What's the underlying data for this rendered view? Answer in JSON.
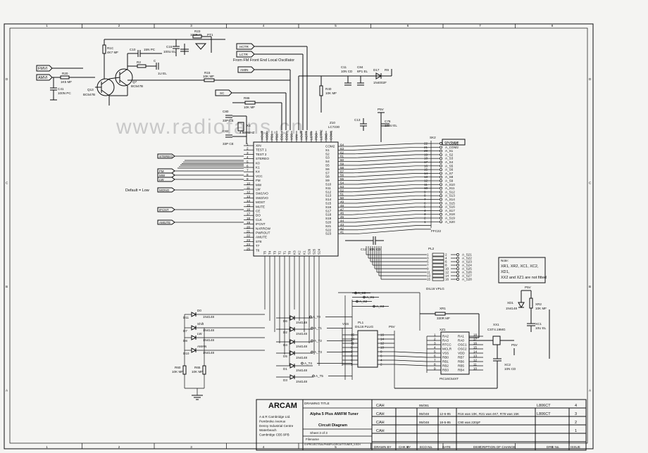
{
  "border": {
    "top_numbers": [
      "1",
      "2",
      "3",
      "4",
      "5",
      "6",
      "7",
      "8"
    ],
    "bottom_numbers": [
      "1",
      "2",
      "3",
      "4",
      "5",
      "6",
      "7",
      "8"
    ],
    "left_letters": [
      "D",
      "C",
      "B",
      "A"
    ],
    "right_letters": [
      "D",
      "C",
      "B",
      "A"
    ]
  },
  "watermark": "www.radiofans.cn",
  "annotations": {
    "from_fm": "From FM Front End Local Oscillator",
    "default_low": "Default = Low",
    "note_title": "Note:",
    "note_lines": [
      "XR1, XR2, XC1, XC2,",
      "XD1,",
      "XX2 and XZ1 are not fitted"
    ]
  },
  "inputs": {
    "left": [
      "FMVI",
      "AMVI"
    ],
    "top": [
      "HCTR",
      "LCTR",
      "AMIN",
      "SC"
    ],
    "side": [
      "STEREO",
      "FM",
      "MW",
      "LW",
      "MONO",
      "IFCNT",
      "AMUTE"
    ]
  },
  "components": {
    "r23": "R23",
    "r23v": "100R FL",
    "pt1": "PT1",
    "ric": "R1C",
    "r1c_v": "4K7 MF",
    "c10": "C10",
    "c10v": "15N PC",
    "c15": "C15",
    "c15v": "100U EL",
    "r2": "R2",
    "c": "C",
    "c1v": "1U EL",
    "r20": "R20",
    "r20v": "1K5 MF",
    "c41": "C41",
    "c41v": "100N PC",
    "q13": "Q13",
    "q13v": "BC547B",
    "q7": "Q7",
    "q7v": "BC547B",
    "r15": "R15",
    "r15v": "10K MF",
    "r86": "R86",
    "r86v": "10K MF",
    "c11": "C11",
    "c11v": "10N CD",
    "c84": "C84",
    "c84v": "6P1 EL",
    "d17": "D17",
    "d17v": "1N4002F",
    "r9": "R9",
    "p5v": "P5V",
    "r40": "R40",
    "r40v": "10K MF",
    "c13": "C13",
    "c76": "C76",
    "c76v": "100U EL",
    "c80": "C80",
    "c80v": "33P CE",
    "c82": "C82",
    "c82v": "33P CE",
    "x1": "X1",
    "x1v": "4.500MHZ",
    "c12": "C12",
    "c12v": "10N CD"
  },
  "ic": {
    "ref": "Z10",
    "part": "LC7230",
    "left_pins": [
      {
        "name": "XIN",
        "num": "1"
      },
      {
        "name": "TEST 1",
        "num": "2"
      },
      {
        "name": "TEST 2",
        "num": "3"
      },
      {
        "name": "STEREO",
        "num": "4"
      },
      {
        "name": "K0",
        "num": "5"
      },
      {
        "name": "K1",
        "num": "6"
      },
      {
        "name": "K4",
        "num": "7"
      },
      {
        "name": "VCC",
        "num": "8"
      },
      {
        "name": "FM",
        "num": "9"
      },
      {
        "name": "MW",
        "num": "10"
      },
      {
        "name": "LW",
        "num": "11"
      },
      {
        "name": "SW1/VO",
        "num": "12"
      },
      {
        "name": "SW2/VO",
        "num": "13"
      },
      {
        "name": "MOST",
        "num": "14"
      },
      {
        "name": "MUTE",
        "num": "15"
      },
      {
        "name": "CE",
        "num": "16"
      },
      {
        "name": "DO",
        "num": "17"
      },
      {
        "name": "CLK",
        "num": "18"
      },
      {
        "name": "IFCNT",
        "num": "19"
      },
      {
        "name": "NARROW",
        "num": "20"
      },
      {
        "name": "PWROUT",
        "num": "21"
      },
      {
        "name": "AMUTE",
        "num": "22"
      },
      {
        "name": "ST8",
        "num": "23"
      },
      {
        "name": "T7",
        "num": "24"
      },
      {
        "name": "T6",
        "num": "25"
      }
    ],
    "right_pins": [
      {
        "name": "COM2",
        "num": "64"
      },
      {
        "name": "S1",
        "num": "63"
      },
      {
        "name": "S2",
        "num": "62"
      },
      {
        "name": "S3",
        "num": "61"
      },
      {
        "name": "S4",
        "num": "60"
      },
      {
        "name": "S5",
        "num": "59"
      },
      {
        "name": "S6",
        "num": "58"
      },
      {
        "name": "S7",
        "num": "57"
      },
      {
        "name": "S8",
        "num": "56"
      },
      {
        "name": "S9",
        "num": "55"
      },
      {
        "name": "S10",
        "num": "54"
      },
      {
        "name": "S11",
        "num": "53"
      },
      {
        "name": "S12",
        "num": "52"
      },
      {
        "name": "S13",
        "num": "51"
      },
      {
        "name": "S14",
        "num": "50"
      },
      {
        "name": "S15",
        "num": "49"
      },
      {
        "name": "S16",
        "num": "48"
      },
      {
        "name": "S17",
        "num": "47"
      },
      {
        "name": "S18",
        "num": "46"
      },
      {
        "name": "S19",
        "num": "45"
      },
      {
        "name": "S20",
        "num": "44"
      },
      {
        "name": "S21",
        "num": "43"
      },
      {
        "name": "S22",
        "num": "42"
      },
      {
        "name": "S23",
        "num": "41"
      }
    ],
    "top_pins": [
      "XOUT",
      "VDD",
      "PD1",
      "PD2",
      "EO1",
      "EO2",
      "VSS",
      "AIN",
      "AOUT",
      "HCTR",
      "LCTR",
      "PDO",
      "LCTR2",
      "SNS",
      "COM1"
    ],
    "bottom_pins": [
      "T5",
      "T4",
      "T3",
      "T2",
      "T1",
      "T0",
      "K3",
      "K2",
      "K1",
      "S26",
      "S25",
      "S24"
    ]
  },
  "connector_sk": {
    "ref": "SK2",
    "header": "ON TUNE",
    "footer": "FFC22",
    "nums": [
      "22",
      "21",
      "20",
      "19",
      "18",
      "17",
      "16",
      "15",
      "14",
      "13",
      "12",
      "11",
      "10",
      "9",
      "8",
      "7",
      "6",
      "5",
      "4",
      "3",
      "2",
      "1"
    ],
    "labels": [
      "A_COM1",
      "A_COM2",
      "A_S1",
      "A_S2",
      "A_S3",
      "A_S4",
      "A_S5",
      "A_S6",
      "A_S7",
      "A_S8",
      "A_S9",
      "A_S10",
      "A_S11",
      "A_S12",
      "A_S13",
      "A_S14",
      "A_S15",
      "A_S16",
      "A_S17",
      "A_S18",
      "A_S19",
      "A_S20"
    ]
  },
  "connector_pl2": {
    "ref": "PL2",
    "footer": "DIL16 VPLG",
    "labels": [
      "A_S21",
      "A_S22",
      "A_S23",
      "A_S24",
      "A_S25",
      "A_S26",
      "A_S27",
      "A_S28"
    ],
    "left_nums": [
      "1",
      "3",
      "5",
      "7",
      "9",
      "11",
      "13",
      "15"
    ],
    "right_nums": [
      "2",
      "4",
      "6",
      "8",
      "10",
      "12",
      "14",
      "16"
    ]
  },
  "bus_labels": [
    "A_K0",
    "A_K1",
    "A_K2",
    "A_K3",
    "A_T0",
    "A_T1",
    "A_T2",
    "A_T3",
    "A_T4",
    "A_T5"
  ],
  "diodes_left": [
    {
      "ref": "D11",
      "val": "1N4148",
      "name": "D0"
    },
    {
      "ref": "D7",
      "val": "1N4148",
      "name": "Shift"
    },
    {
      "ref": "D8",
      "val": "1N4148",
      "name": "LW"
    },
    {
      "ref": "D10",
      "val": "1N4148",
      "name": "AMAN"
    }
  ],
  "left_resistors": [
    {
      "ref": "R60",
      "val": "10K MF"
    },
    {
      "ref": "R65",
      "val": "10K MF"
    }
  ],
  "diodes_mid": [
    {
      "ref": "D6",
      "val": "1N4148"
    },
    {
      "ref": "D2",
      "val": "1N4148"
    },
    {
      "ref": "D4",
      "val": "1N4148"
    },
    {
      "ref": "D5",
      "val": "1N4148"
    },
    {
      "ref": "D1",
      "val": "1N4148"
    },
    {
      "ref": "D3",
      "val": "1N4148"
    }
  ],
  "plug_pl1": {
    "ref": "PL1",
    "part": "DIL16 PLUG",
    "vss": "VSS",
    "p5v": "P5V",
    "left_nums": [
      "15",
      "13",
      "11",
      "9",
      "7",
      "5",
      "3",
      "1"
    ],
    "right_nums": [
      "16",
      "14",
      "12",
      "10",
      "8",
      "6",
      "4",
      "2"
    ]
  },
  "pic": {
    "ref": "XZ1",
    "part": "PIC16C54XT",
    "left_pins": [
      "RA2",
      "RA3",
      "RTCC",
      "MCLR",
      "VSS",
      "RB0",
      "RB1",
      "RB2",
      "RB3"
    ],
    "right_pins": [
      "RA1",
      "RA0",
      "OSC1",
      "OSC2",
      "VDD",
      "RB7",
      "RB6",
      "RB5",
      "RB4"
    ],
    "left_nums": [
      "1",
      "2",
      "3",
      "4",
      "5",
      "6",
      "7",
      "8",
      "9"
    ],
    "right_nums": [
      "18",
      "17",
      "16",
      "15",
      "14",
      "13",
      "12",
      "11",
      "10"
    ]
  },
  "right_parts": {
    "xr1": "XR1",
    "xr1v": "330R MF",
    "xd1": "XD1",
    "xd1v": "1N4148",
    "xr2": "XR2",
    "xr2v": "10K MF",
    "xc1": "XC1",
    "xc1v": "10U EL",
    "xx1": "XX1",
    "xx1v": "CST4.19MG",
    "xc2": "XC2",
    "xc2v": "10N CD",
    "p5v": "P5V"
  },
  "title_block": {
    "company": "ARCAM",
    "address": [
      "A & R Cambridge Ltd.",
      "Pembroke Avenue",
      "Denny Industrial Centre",
      "Waterbeach",
      "Cambridge CB5 9PB"
    ],
    "drawing_title_label": "DRAWING TITLE",
    "title": "Alpha 5 Plus AM/FM Tuner",
    "subtitle": "Circuit Diagram",
    "sheet": "Sheet 3 of 3",
    "filename_label": "Filename",
    "filename": "G:\\PROJECTS\\ALPHA5PL\\CIRCUIT\\TUNER_3.SCH",
    "revisions": [
      {
        "by": "CAH",
        "chk": "",
        "eco": "95/081",
        "date": "",
        "desc": "",
        "drg": "L806CT",
        "issue": "4"
      },
      {
        "by": "CAH",
        "chk": "",
        "eco": "95/048",
        "date": "12-6-95",
        "desc": "R16 was 10K, R21 was 4K7, R78 was 15K",
        "drg": "L806CT",
        "issue": "3"
      },
      {
        "by": "CAH",
        "chk": "",
        "eco": "95/048",
        "date": "18-5-95",
        "desc": "C90 was 220pF",
        "drg": "",
        "issue": "2"
      },
      {
        "by": "CAH",
        "chk": "",
        "eco": "",
        "date": "",
        "desc": "",
        "drg": "",
        "issue": "1"
      }
    ],
    "headers": {
      "drawn_by": "DRAWN BY",
      "chk_by": "CHK BY",
      "eco_no": "ECO No.",
      "date": "DATE",
      "desc": "DESCRIPTION OF CHANGE",
      "drg_no": "DRG No.",
      "issue": "ISSUE"
    }
  }
}
